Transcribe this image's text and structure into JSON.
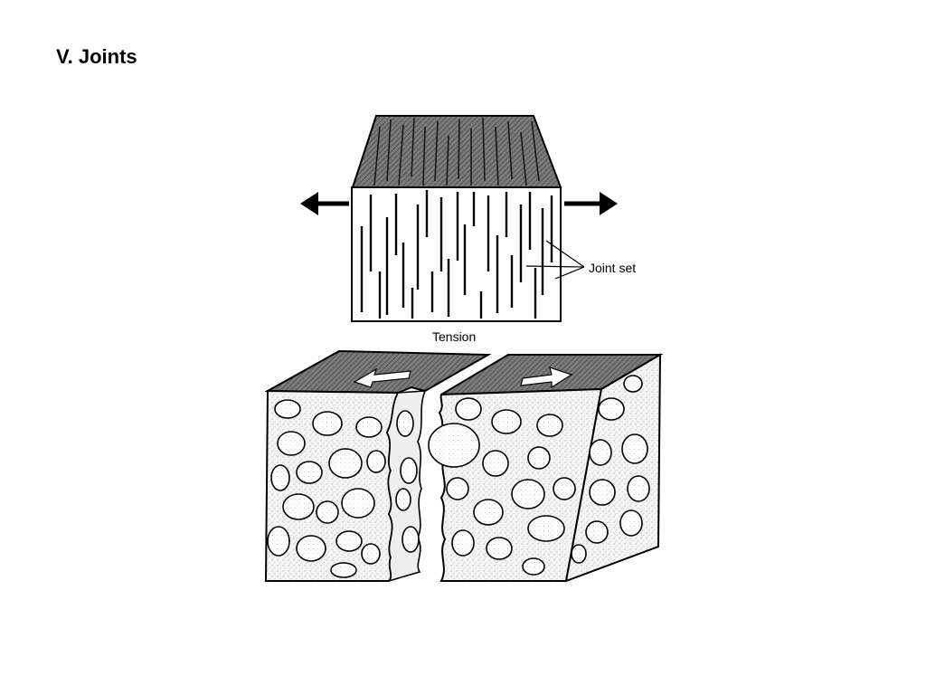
{
  "slide": {
    "title": "V. Joints"
  },
  "diagram": {
    "joint_label": "Joint set",
    "tension_label": "Tension"
  },
  "colors": {
    "text": "#000000",
    "top_face": "#6e6e6e",
    "block_face": "#f4f4f4",
    "pebble": "#ffffff",
    "outline": "#000000"
  }
}
